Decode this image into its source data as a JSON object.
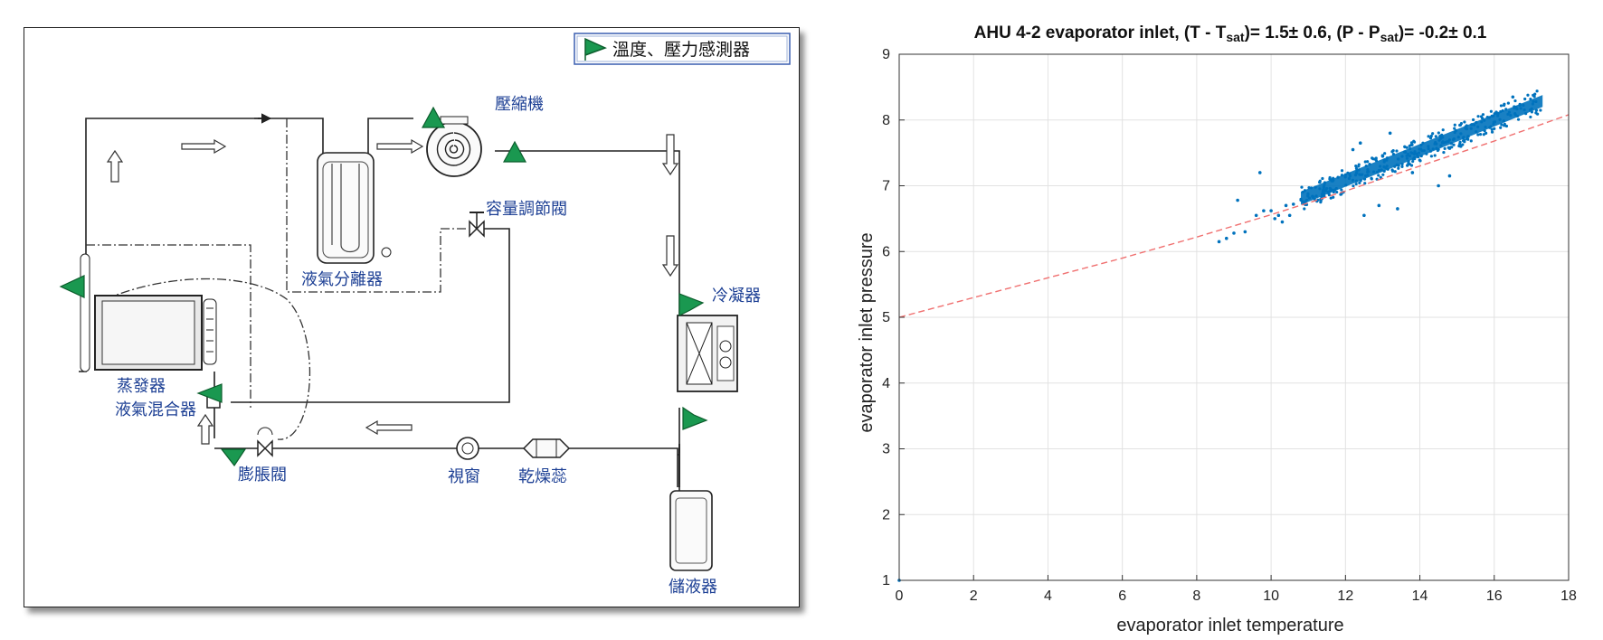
{
  "diagram": {
    "legend": {
      "text": "溫度、壓力感測器",
      "marker_color": "#1a9850"
    },
    "labels": {
      "compressor": "壓縮機",
      "accumulator": "液氣分離器",
      "capacity_valve": "容量調節閥",
      "condenser": "冷凝器",
      "evaporator": "蒸發器",
      "mixer": "液氣混合器",
      "expansion_valve": "膨脹閥",
      "sight_glass": "視窗",
      "filter_drier": "乾燥蕊",
      "receiver": "儲液器"
    },
    "sensor_color": "#1a9850",
    "line_color": "#222222"
  },
  "chart_data": {
    "type": "scatter",
    "title_parts": {
      "prefix": "AHU 4-2 evaporator inlet, (T - T",
      "sub1": "sat",
      "mid": ")=  1.5± 0.6, (P - P",
      "sub2": "sat",
      "suffix": ")= -0.2± 0.1"
    },
    "xlabel": "evaporator inlet temperature",
    "ylabel": "evaporator inlet pressure",
    "xlim": [
      0,
      18
    ],
    "ylim": [
      1,
      9
    ],
    "xticks": [
      0,
      2,
      4,
      6,
      8,
      10,
      12,
      14,
      16,
      18
    ],
    "yticks": [
      1,
      2,
      3,
      4,
      5,
      6,
      7,
      8,
      9
    ],
    "grid": true,
    "marker_color": "#0072bd",
    "fit_line": {
      "style": "dashed",
      "color": "#f07070",
      "x": [
        0,
        2,
        4,
        6,
        8,
        10,
        12,
        14,
        16,
        18
      ],
      "y": [
        5.0,
        5.3,
        5.6,
        5.9,
        6.22,
        6.56,
        6.92,
        7.3,
        7.68,
        8.08
      ]
    },
    "band": {
      "x_start": 10.8,
      "x_end": 17.3,
      "y_at_start": 6.8,
      "y_at_end": 8.3
    },
    "points": [
      [
        0,
        1.0
      ],
      [
        8.6,
        6.15
      ],
      [
        8.8,
        6.2
      ],
      [
        9.0,
        6.28
      ],
      [
        9.1,
        6.78
      ],
      [
        9.3,
        6.3
      ],
      [
        9.6,
        6.55
      ],
      [
        9.7,
        7.2
      ],
      [
        9.8,
        6.62
      ],
      [
        10.0,
        6.62
      ],
      [
        10.1,
        6.5
      ],
      [
        10.2,
        6.55
      ],
      [
        10.3,
        6.45
      ],
      [
        10.4,
        6.7
      ],
      [
        10.5,
        6.55
      ],
      [
        10.6,
        6.72
      ],
      [
        12.2,
        7.55
      ],
      [
        12.3,
        7.2
      ],
      [
        12.4,
        7.65
      ],
      [
        12.5,
        6.55
      ],
      [
        12.9,
        6.7
      ],
      [
        13.0,
        7.45
      ],
      [
        13.2,
        7.8
      ],
      [
        13.4,
        6.65
      ],
      [
        13.8,
        7.2
      ],
      [
        14.5,
        7.0
      ],
      [
        14.8,
        7.15
      ],
      [
        15.1,
        7.6
      ],
      [
        15.3,
        7.75
      ],
      [
        16.1,
        8.1
      ],
      [
        16.5,
        8.35
      ]
    ]
  }
}
